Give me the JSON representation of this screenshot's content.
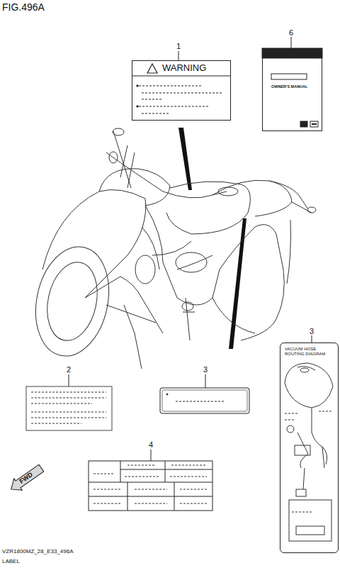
{
  "diagram": {
    "title": "FIG.496A",
    "nodes": [
      {
        "text": [
          "WARNING"
        ]
      },
      {
        "text": [
          "OWNER'S MANUAL"
        ]
      },
      {
        "text": [
          "VACUUM HOSE ROUTING DIAGRAM"
        ]
      },
      {
        "text": [
          "FWD"
        ]
      }
    ],
    "labels": [
      "1",
      "6",
      "2",
      "3",
      "3",
      "4",
      "VZR1800MZ_28_E33_496A",
      "LABEL"
    ]
  }
}
